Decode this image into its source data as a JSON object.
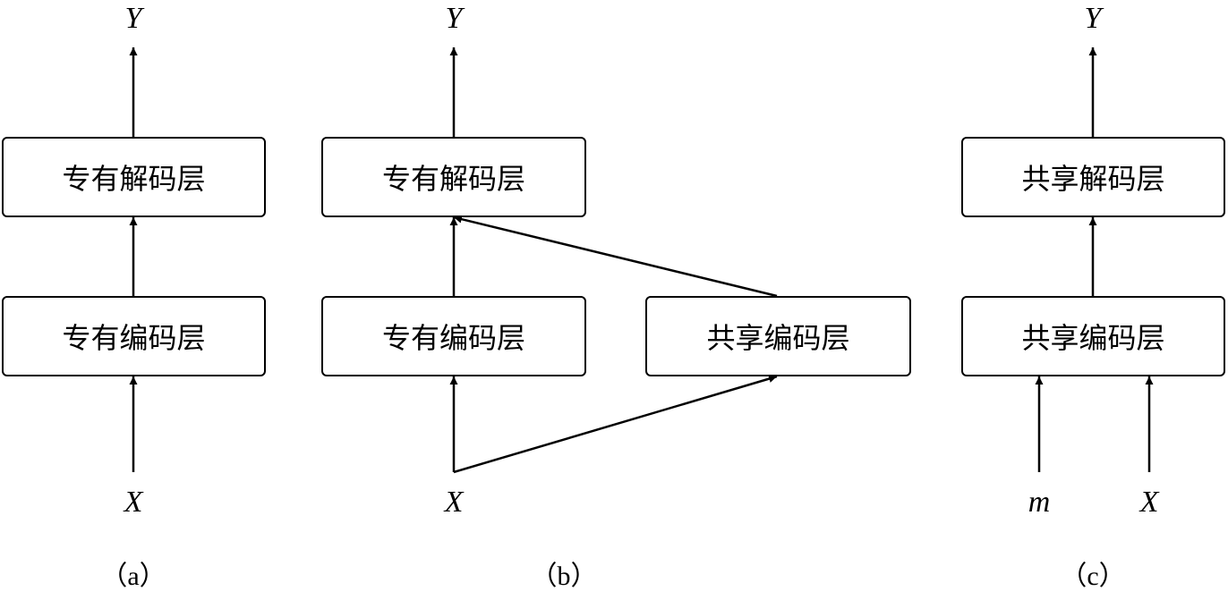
{
  "panel_a": {
    "output": "Y",
    "decoder": "专有解码层",
    "encoder": "专有编码层",
    "input": "X",
    "caption": "（a）"
  },
  "panel_b": {
    "output": "Y",
    "decoder": "专有解码层",
    "private_encoder": "专有编码层",
    "shared_encoder": "共享编码层",
    "input": "X",
    "caption": "（b）"
  },
  "panel_c": {
    "output": "Y",
    "decoder": "共享解码层",
    "encoder": "共享编码层",
    "input_m": "m",
    "input_x": "X",
    "caption": "（c）"
  }
}
